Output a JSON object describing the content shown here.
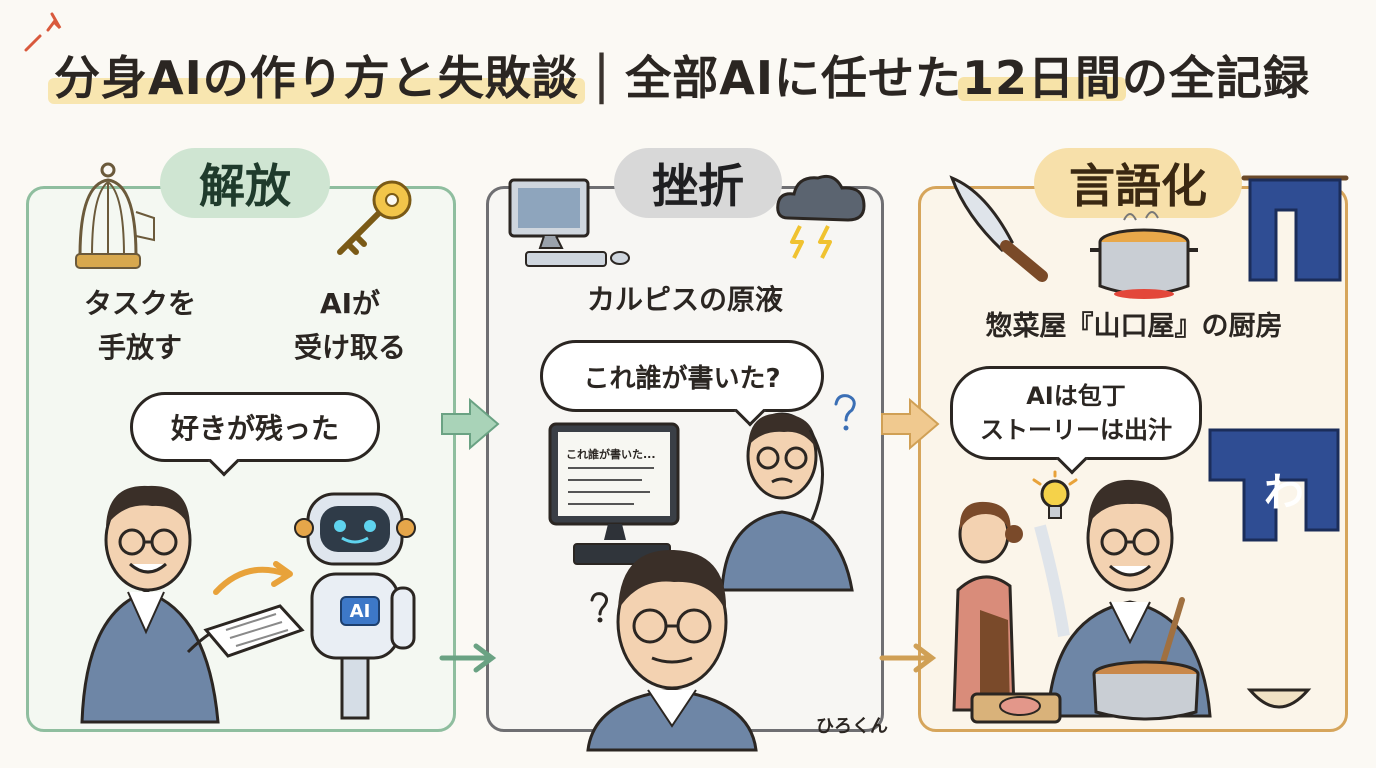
{
  "title": {
    "main": "分身AIの作り方と失敗談",
    "separator": "|",
    "sub_prefix": "全部AIに任せた",
    "sub_highlight": "12日間",
    "sub_suffix": "の全記録"
  },
  "panels": [
    {
      "heading": "解放",
      "left_label_line1": "タスクを",
      "left_label_line2": "手放す",
      "right_label_line1": "AIが",
      "right_label_line2": "受け取る",
      "bubble": "好きが残った",
      "robot_badge": "AI"
    },
    {
      "heading": "挫折",
      "label": "カルピスの原液",
      "bubble": "これ誰が書いた?",
      "screen_text": "これ誰が書いた..."
    },
    {
      "heading": "言語化",
      "label": "惣菜屋『山口屋』の厨房",
      "bubble_line1": "AIは包丁",
      "bubble_line2": "ストーリーは出汁",
      "noren_char": "わ"
    }
  ],
  "credit": "ひろくん",
  "colors": {
    "panel1_border": "#8fbe9f",
    "panel2_border": "#6f6f72",
    "panel3_border": "#d6a55b",
    "highlight": "#f7e3a8",
    "arrow1": "#a9d3b8",
    "arrow2": "#f0c98f"
  }
}
